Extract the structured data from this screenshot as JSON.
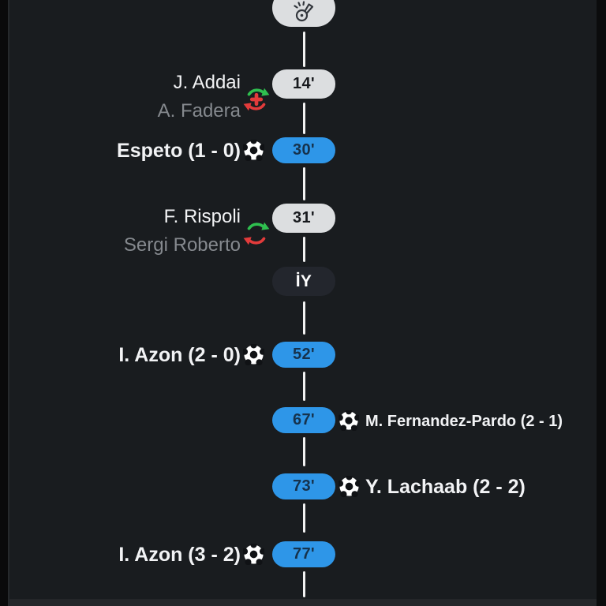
{
  "theme": {
    "background": "#191c1f",
    "accent_blue": "#2e96e8",
    "pill_gray": "#dcdee0",
    "pill_dark": "#23262d",
    "text_primary": "#f2f3f5",
    "text_secondary": "#85898e",
    "sub_in_green": "#2fbf4f",
    "sub_out_red": "#e23b3b",
    "connector_line": "#f2f2f2"
  },
  "timeline": {
    "kickoff": {
      "icon": "whistle-icon"
    },
    "halftime_label": "İY",
    "events": [
      {
        "type": "substitution",
        "minute": "14'",
        "side": "left",
        "player_in": "J. Addai",
        "player_out": "A. Fadera",
        "injury": true
      },
      {
        "type": "goal",
        "minute": "30'",
        "side": "left",
        "label": "Espeto (1 - 0)"
      },
      {
        "type": "substitution",
        "minute": "31'",
        "side": "left",
        "player_in": "F. Rispoli",
        "player_out": "Sergi Roberto",
        "injury": false
      },
      {
        "type": "period",
        "label": "İY"
      },
      {
        "type": "goal",
        "minute": "52'",
        "side": "left",
        "label": "I. Azon (2 - 0)"
      },
      {
        "type": "goal",
        "minute": "67'",
        "side": "right",
        "label": "M. Fernandez-Pardo (2 - 1)"
      },
      {
        "type": "goal",
        "minute": "73'",
        "side": "right",
        "label": "Y. Lachaab (2 - 2)"
      },
      {
        "type": "goal",
        "minute": "77'",
        "side": "left",
        "label": "I. Azon (3 - 2)"
      }
    ]
  }
}
